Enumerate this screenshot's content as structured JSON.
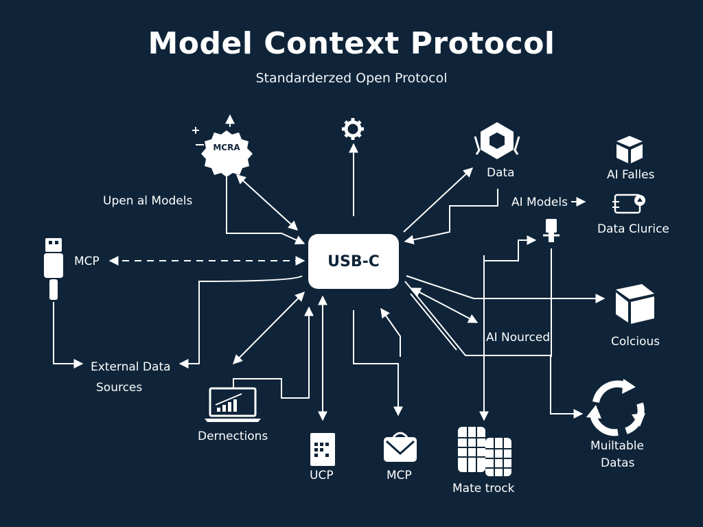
{
  "title": "Model Context Protocol",
  "subtitle": "Standarderzed Open Protocol",
  "hub": {
    "label": "USB-C"
  },
  "badge": {
    "text": "MCRA"
  },
  "labels": {
    "open_models": "Upen al Models",
    "mcp_left": "MCP",
    "external_1": "External Data",
    "external_2": "Sources",
    "dernections": "Dernections",
    "ucp": "UCP",
    "mcp_bottom": "MCP",
    "mate_track": "Mate trock",
    "multiple_1": "Muiltable",
    "multiple_2": "Datas",
    "colcious": "Colcious",
    "ai_nourced": "AI Nourced",
    "data_clurice": "Data Clurice",
    "ai_models": "AI Models",
    "ai_falles": "AI Falles",
    "data_top": "Data"
  },
  "colors": {
    "background": "#0f2438",
    "foreground": "#ffffff"
  },
  "icons": [
    "mcra-badge-icon",
    "gear-icon",
    "hexagon-icon",
    "usb-plug-icon",
    "laptop-chart-icon",
    "document-grid-icon",
    "envelope-icon",
    "database-icon",
    "recycle-icon",
    "cube-icon",
    "connector-icon",
    "folder-icon",
    "box-icon"
  ]
}
